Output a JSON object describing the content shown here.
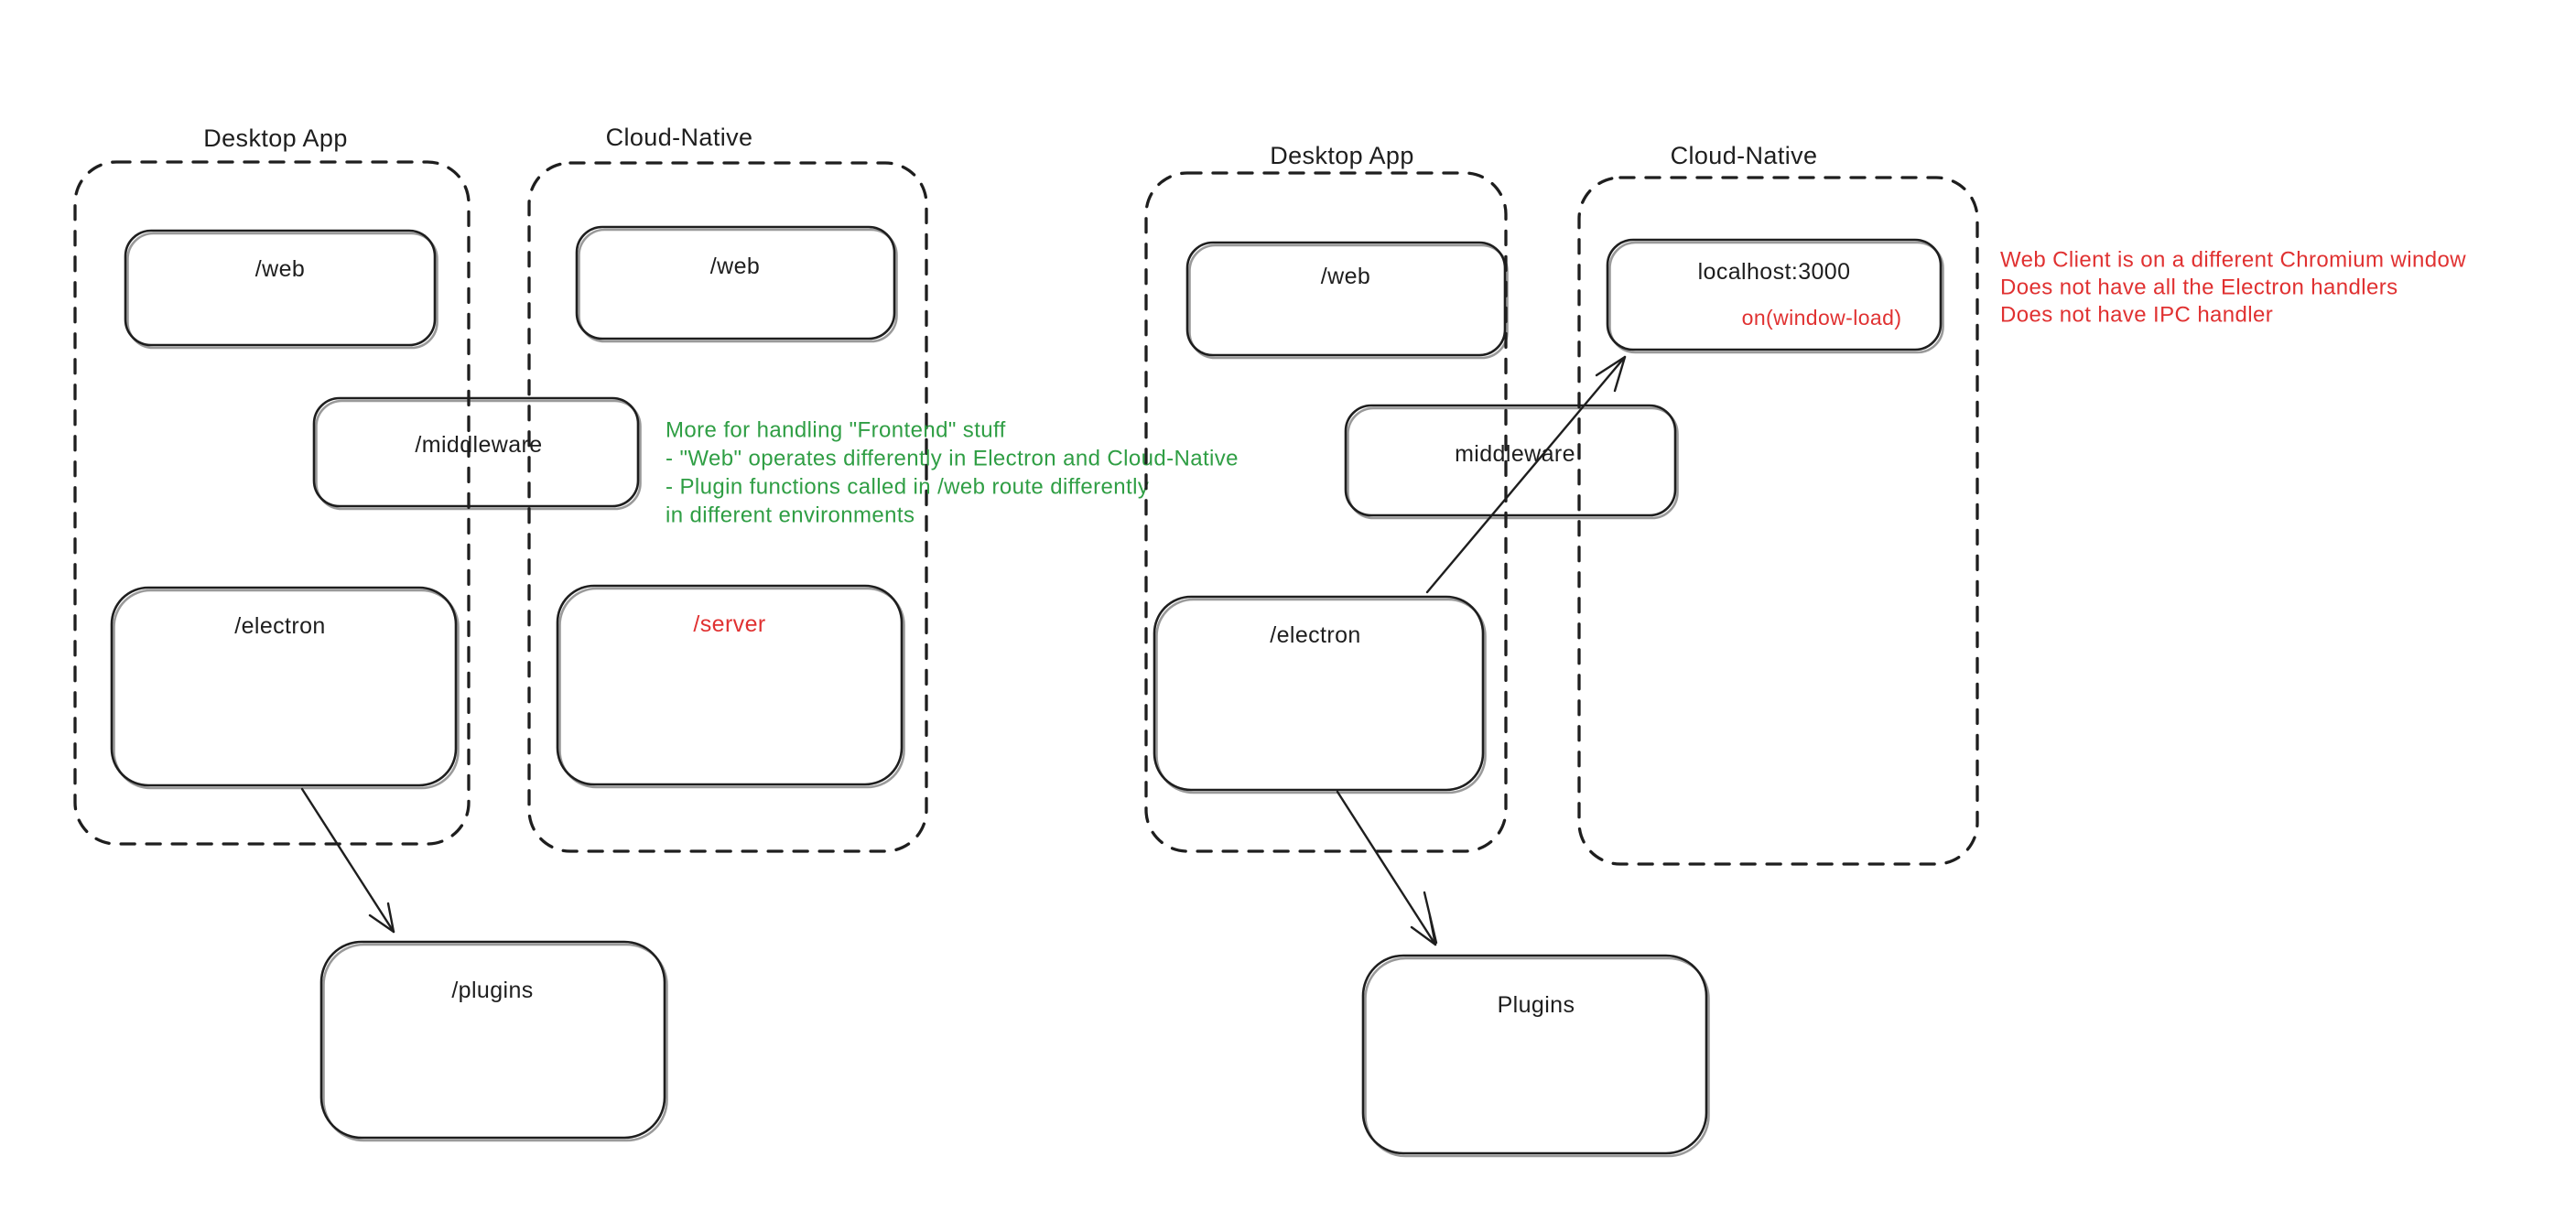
{
  "colors": {
    "stroke": "#1e1e1e",
    "green": "#2f9e44",
    "red": "#e03131",
    "background": "#ffffff"
  },
  "left": {
    "desktop_label": "Desktop App",
    "cloud_label": "Cloud-Native",
    "web_desktop": "/web",
    "web_cloud": "/web",
    "middleware": "/middleware",
    "electron": "/electron",
    "server": "/server",
    "plugins": "/plugins",
    "note": [
      "More for handling \"Frontend\" stuff",
      "- \"Web\" operates differently in Electron and Cloud-Native",
      "- Plugin functions called in /web route differently",
      "in different environments"
    ]
  },
  "right": {
    "desktop_label": "Desktop App",
    "cloud_label": "Cloud-Native",
    "web": "/web",
    "localhost": "localhost:3000",
    "window_load": "on(window-load)",
    "middleware": "middleware",
    "electron": "/electron",
    "plugins": "Plugins",
    "note": [
      "Web Client is on a different Chromium window",
      "Does not have all the Electron handlers",
      "Does not have IPC handler"
    ]
  }
}
